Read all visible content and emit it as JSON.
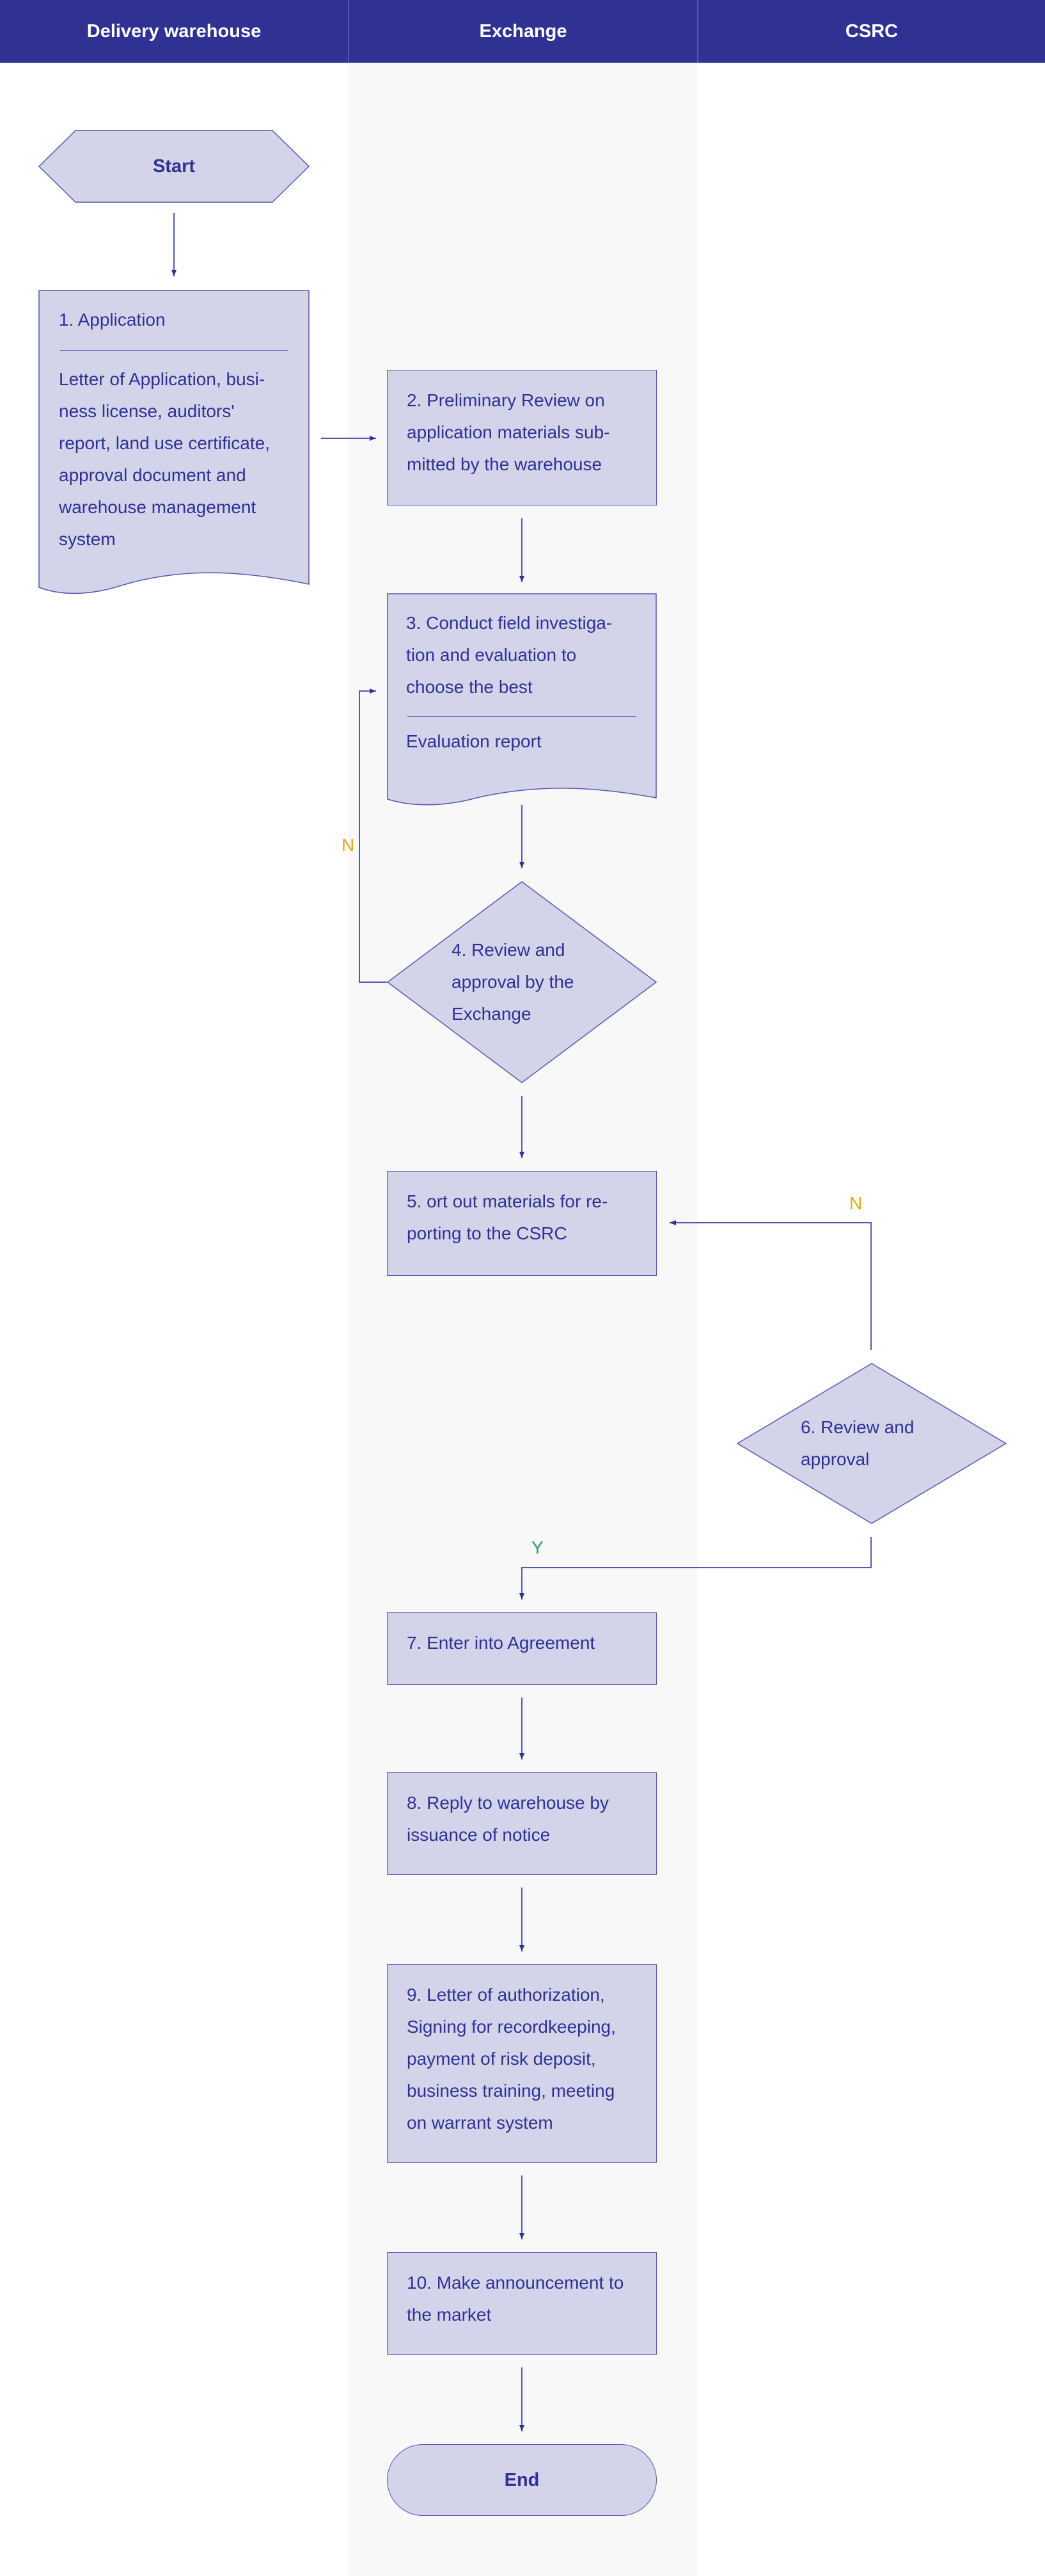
{
  "lanes": [
    {
      "title": "Delivery warehouse"
    },
    {
      "title": "Exchange"
    },
    {
      "title": "CSRC"
    }
  ],
  "nodes": {
    "start": {
      "text": "Start"
    },
    "application": {
      "title": "1. Application",
      "detail": "Letter of Application, busi-ness license, auditors' report, land use certificate, approval document and warehouse management system"
    },
    "preliminary_review": {
      "text": "2. Preliminary Review on application materials sub-mitted by the warehouse"
    },
    "field_investigation": {
      "title": "3. Conduct field investiga-tion and evaluation to choose the best",
      "detail": "Evaluation report"
    },
    "exchange_review": {
      "text": "4. Review and approval by the Exchange"
    },
    "sort_materials": {
      "text": "5. ort out materials for re-porting to the CSRC"
    },
    "csrc_review": {
      "text": "6. Review and approval"
    },
    "agreement": {
      "text": "7. Enter into Agreement"
    },
    "reply_notice": {
      "text": "8. Reply to warehouse by issuance of notice"
    },
    "authorization": {
      "text": "9. Letter of authorization, Signing for recordkeeping, payment of risk deposit, business training, meeting on warrant system"
    },
    "announcement": {
      "text": "10. Make announcement to the market"
    },
    "end": {
      "text": "End"
    }
  },
  "labels": {
    "exchange_no": "N",
    "csrc_no": "N",
    "csrc_yes": "Y"
  },
  "colors": {
    "header": "#2f3293",
    "node_fill": "#d3d4ea",
    "stroke": "#5558b0",
    "text": "#2f3293",
    "lane_alt": "#f8f8f8",
    "no_label": "#e6a817",
    "yes_label": "#2e9a6e"
  }
}
